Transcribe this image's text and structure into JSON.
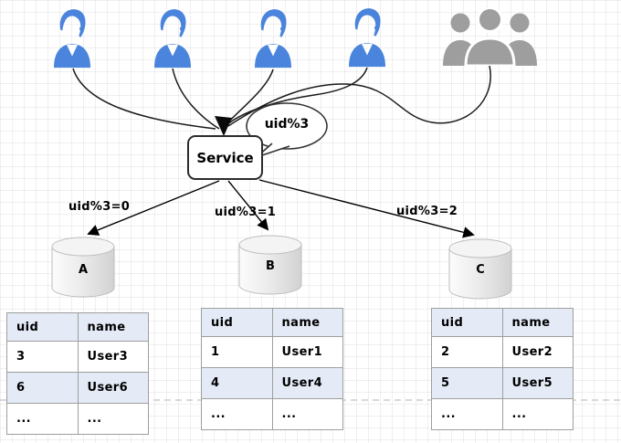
{
  "service": {
    "label": "Service"
  },
  "bubble": {
    "label": "uid%3"
  },
  "edges": [
    {
      "label": "uid%3=0"
    },
    {
      "label": "uid%3=1"
    },
    {
      "label": "uid%3=2"
    }
  ],
  "databases": [
    {
      "label": "A"
    },
    {
      "label": "B"
    },
    {
      "label": "C"
    }
  ],
  "tables": [
    {
      "headers": [
        "uid",
        "name"
      ],
      "rows": [
        [
          "3",
          "User3"
        ],
        [
          "6",
          "User6"
        ],
        [
          "...",
          "..."
        ]
      ]
    },
    {
      "headers": [
        "uid",
        "name"
      ],
      "rows": [
        [
          "1",
          "User1"
        ],
        [
          "4",
          "User4"
        ],
        [
          "...",
          "..."
        ]
      ]
    },
    {
      "headers": [
        "uid",
        "name"
      ],
      "rows": [
        [
          "2",
          "User2"
        ],
        [
          "5",
          "User5"
        ],
        [
          "...",
          "..."
        ]
      ]
    }
  ],
  "colors": {
    "user_icon_blue": "#4a84dc",
    "group_icon_gray": "#9e9e9e",
    "table_header_bg": "#e4eaf6",
    "line_black": "#000000"
  }
}
